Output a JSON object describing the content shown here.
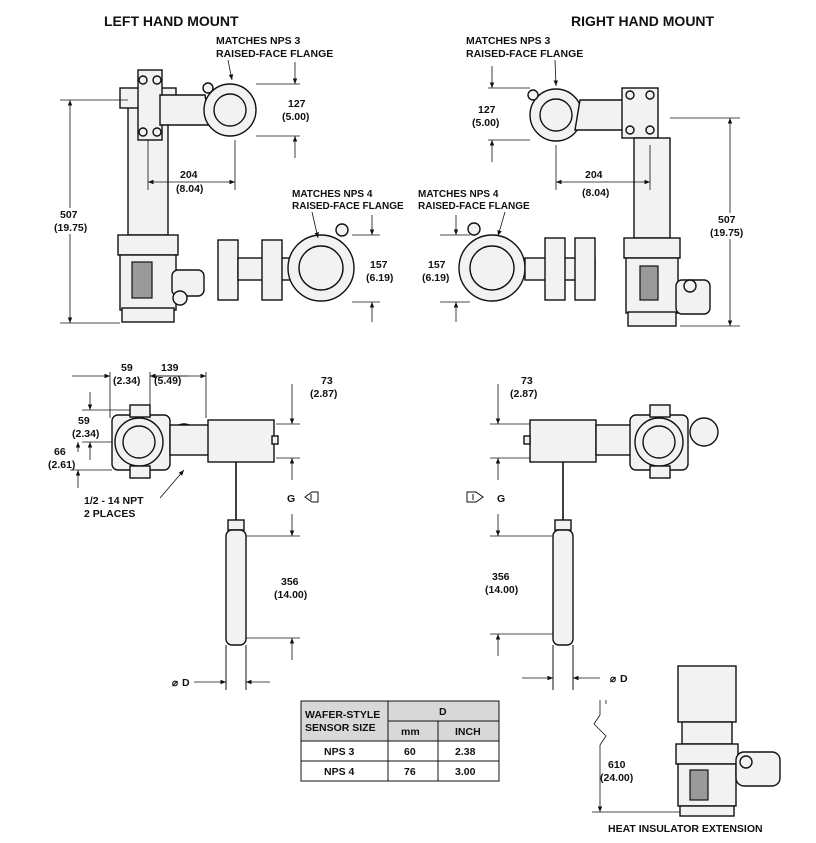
{
  "titles": {
    "left": "LEFT HAND MOUNT",
    "right": "RIGHT HAND MOUNT",
    "heat": "HEAT INSULATOR EXTENSION"
  },
  "notes": {
    "nps3_l1": "MATCHES NPS 3",
    "nps3_l2": "RAISED-FACE FLANGE",
    "nps4_l1": "MATCHES NPS 4",
    "nps4_l2": "RAISED-FACE FLANGE",
    "npt_l1": "1/2 - 14 NPT",
    "npt_l2": "2 PLACES"
  },
  "dims": {
    "d127_mm": "127",
    "d127_in": "(5.00)",
    "d204_mm": "204",
    "d204_in": "(8.04)",
    "d507_mm": "507",
    "d507_in": "(19.75)",
    "d157_mm": "157",
    "d157_in": "(6.19)",
    "d59_mm": "59",
    "d59_in": "(2.34)",
    "d139_mm": "139",
    "d139_in": "(5.49)",
    "d66_mm": "66",
    "d66_in": "(2.61)",
    "d73_mm": "73",
    "d73_in": "(2.87)",
    "d356_mm": "356",
    "d356_in": "(14.00)",
    "d610_mm": "610",
    "d610_in": "(24.00)",
    "g": "G",
    "d": "D",
    "dia": "⌀"
  },
  "table": {
    "col1_l1": "WAFER-STYLE",
    "col1_l2": "SENSOR SIZE",
    "col_d": "D",
    "col_mm": "mm",
    "col_inch": "INCH",
    "rows": [
      {
        "size": "NPS 3",
        "mm": "60",
        "inch": "2.38"
      },
      {
        "size": "NPS 4",
        "mm": "76",
        "inch": "3.00"
      }
    ]
  }
}
